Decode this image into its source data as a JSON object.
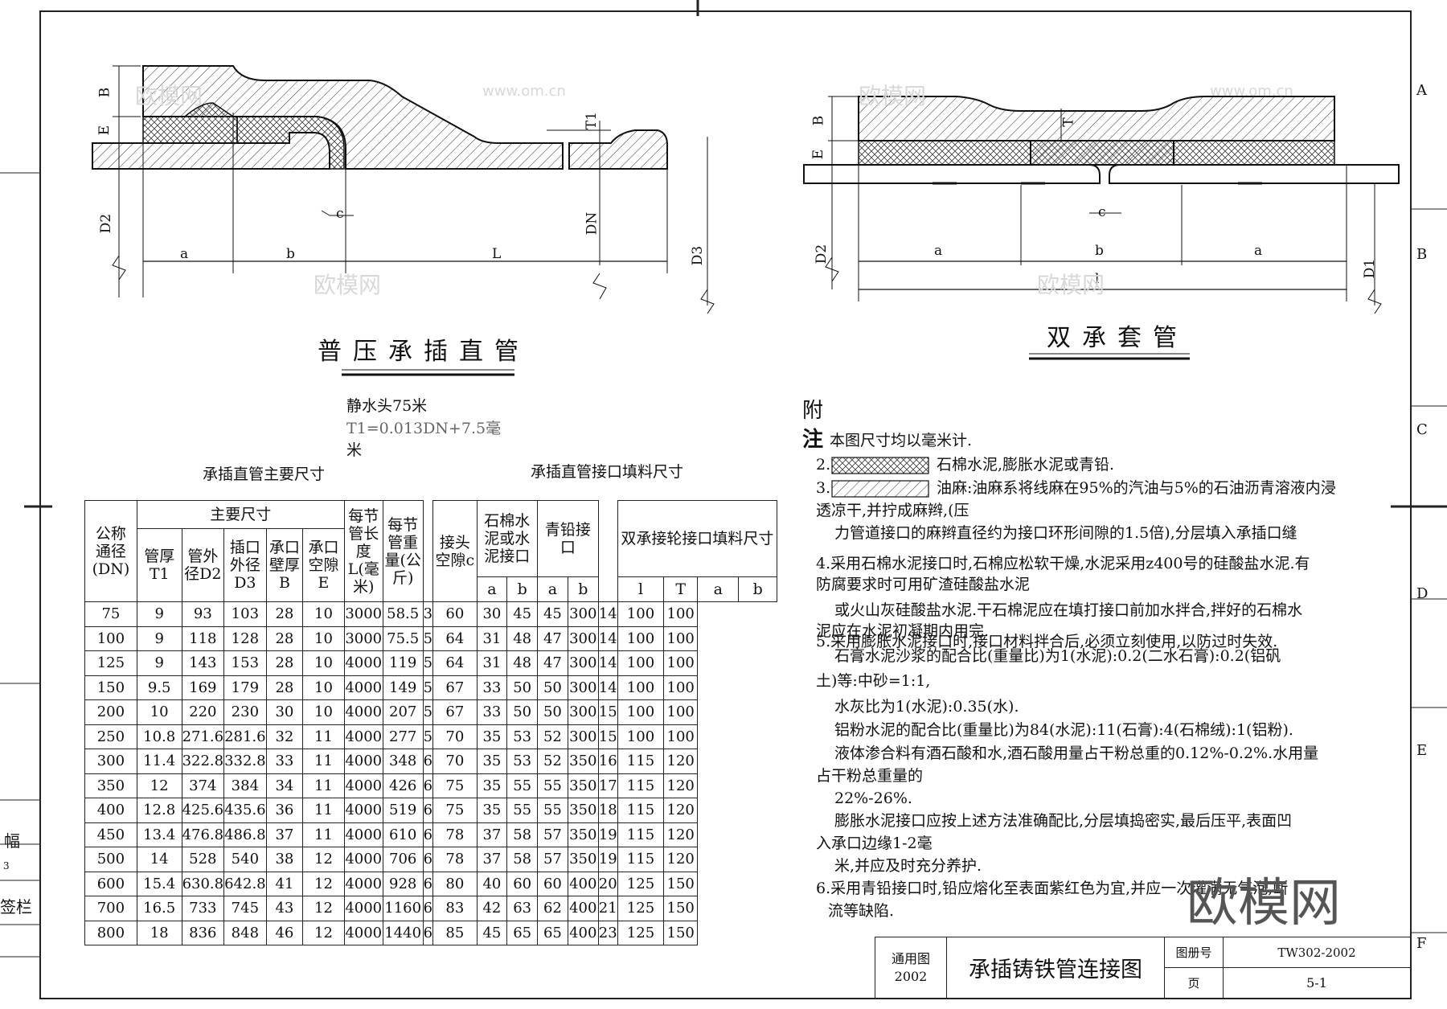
{
  "left_drawing": {
    "title": "普压承插直管",
    "labels": {
      "B": "B",
      "E": "E",
      "T1": "T1",
      "D2": "D2",
      "DN": "DN",
      "D3": "D3",
      "a": "a",
      "b": "b",
      "L": "L",
      "c": "c"
    }
  },
  "right_drawing": {
    "title": "双承套管",
    "labels": {
      "B": "B",
      "E": "E",
      "T": "T",
      "D2": "D2",
      "D1": "D1",
      "a1": "a",
      "b": "b",
      "a2": "a",
      "l": "l",
      "c": "c"
    }
  },
  "spec": {
    "line1": "静水头75米",
    "line2": "T1=0.013DN+7.5毫",
    "line3": "米"
  },
  "table_left_caption": "承插直管主要尺寸",
  "table_right_caption": "承插直管接口填料尺寸",
  "main_table": {
    "h_dn": "公称通径(DN)",
    "h_main": "主要尺寸",
    "h_t1": "管厚T1",
    "h_d2": "管外径D2",
    "h_d3": "插口外径D3",
    "h_b": "承口壁厚B",
    "h_e": "承口空隙E",
    "h_l": "每节管长度L(毫米)",
    "h_w": "每节管重量(公斤)",
    "rows": [
      [
        "75",
        "9",
        "93",
        "103",
        "28",
        "10",
        "3000",
        "58.5"
      ],
      [
        "100",
        "9",
        "118",
        "128",
        "28",
        "10",
        "3000",
        "75.5"
      ],
      [
        "125",
        "9",
        "143",
        "153",
        "28",
        "10",
        "4000",
        "119"
      ],
      [
        "150",
        "9.5",
        "169",
        "179",
        "28",
        "10",
        "4000",
        "149"
      ],
      [
        "200",
        "10",
        "220",
        "230",
        "30",
        "10",
        "4000",
        "207"
      ],
      [
        "250",
        "10.8",
        "271.6",
        "281.6",
        "32",
        "11",
        "4000",
        "277"
      ],
      [
        "300",
        "11.4",
        "322.8",
        "332.8",
        "33",
        "11",
        "4000",
        "348"
      ],
      [
        "350",
        "12",
        "374",
        "384",
        "34",
        "11",
        "4000",
        "426"
      ],
      [
        "400",
        "12.8",
        "425.6",
        "435.6",
        "36",
        "11",
        "4000",
        "519"
      ],
      [
        "450",
        "13.4",
        "476.8",
        "486.8",
        "37",
        "11",
        "4000",
        "610"
      ],
      [
        "500",
        "14",
        "528",
        "540",
        "38",
        "12",
        "4000",
        "706"
      ],
      [
        "600",
        "15.4",
        "630.8",
        "642.8",
        "41",
        "12",
        "4000",
        "928"
      ],
      [
        "700",
        "16.5",
        "733",
        "745",
        "43",
        "12",
        "4000",
        "1160"
      ],
      [
        "800",
        "18",
        "836",
        "848",
        "46",
        "12",
        "4000",
        "1440"
      ]
    ]
  },
  "fill_table": {
    "h_c": "接头空隙c",
    "h_asb": "石棉水泥或水泥接口",
    "h_lead": "青铅接口",
    "h_double": "双承接轮接口填料尺寸",
    "sub": [
      "a",
      "b",
      "a",
      "b",
      "l",
      "T",
      "a",
      "b"
    ],
    "rows": [
      [
        "3",
        "60",
        "30",
        "45",
        "45",
        "300",
        "14",
        "100",
        "100"
      ],
      [
        "5",
        "64",
        "31",
        "48",
        "47",
        "300",
        "14",
        "100",
        "100"
      ],
      [
        "5",
        "64",
        "31",
        "48",
        "47",
        "300",
        "14",
        "100",
        "100"
      ],
      [
        "5",
        "67",
        "33",
        "50",
        "50",
        "300",
        "14",
        "100",
        "100"
      ],
      [
        "5",
        "67",
        "33",
        "50",
        "50",
        "300",
        "15",
        "100",
        "100"
      ],
      [
        "5",
        "70",
        "35",
        "53",
        "52",
        "300",
        "15",
        "100",
        "100"
      ],
      [
        "6",
        "70",
        "35",
        "53",
        "52",
        "350",
        "16",
        "115",
        "120"
      ],
      [
        "6",
        "75",
        "35",
        "55",
        "55",
        "350",
        "17",
        "115",
        "120"
      ],
      [
        "6",
        "75",
        "35",
        "55",
        "55",
        "350",
        "18",
        "115",
        "120"
      ],
      [
        "6",
        "78",
        "37",
        "58",
        "57",
        "350",
        "19",
        "115",
        "120"
      ],
      [
        "6",
        "78",
        "37",
        "58",
        "57",
        "350",
        "19",
        "115",
        "120"
      ],
      [
        "6",
        "80",
        "40",
        "60",
        "60",
        "400",
        "20",
        "125",
        "150"
      ],
      [
        "6",
        "83",
        "42",
        "63",
        "62",
        "400",
        "21",
        "125",
        "150"
      ],
      [
        "6",
        "85",
        "45",
        "65",
        "65",
        "400",
        "23",
        "125",
        "150"
      ]
    ]
  },
  "notes": {
    "fu": "附",
    "zhu": "注",
    "n1": "本图尺寸均以毫米计.",
    "n2": "石棉水泥,膨胀水泥或青铅.",
    "n3a": "油麻:油麻系将线麻在95%的汽油与5%的石油沥青溶液内浸",
    "n3b": "透凉干,并拧成麻辫,(压",
    "n3c": "力管道接口的麻辫直径约为接口环形间隙的1.5倍),分层填入承插口缝",
    "n4a": "4.采用石棉水泥接口时,石棉应松软干燥,水泥采用z400号的硅酸盐水泥.有",
    "n4b": "防腐要求时可用矿渣硅酸盐水泥",
    "n4c": "或火山灰硅酸盐水泥.干石棉泥应在填打接口前加水拌合,拌好的石棉水",
    "n4d": "泥应在水泥初凝期内用完.",
    "n5a": "5.采用膨胀水泥接口时,接口材料拌合后,必须立刻使用,以防过时失效.",
    "n5b": "石膏水泥沙浆的配合比(重量比)为1(水泥):0.2(二水石膏):0.2(铝矾",
    "n5c": "土)等:中砂=1:1,",
    "n5d": "水灰比为1(水泥):0.35(水).",
    "n5e": "铝粉水泥的配合比(重量比)为84(水泥):11(石膏):4(石棉绒):1(铝粉).",
    "n5f": "液体渗合料有酒石酸和水,酒石酸用量占干粉总重的0.12%-0.2%.水用量",
    "n5g": "占干粉总重量的",
    "n5h": "22%-26%.",
    "n5i": "膨胀水泥接口应按上述方法准确配比,分层填捣密实,最后压平,表面凹",
    "n5j": "入承口边缘1-2毫",
    "n5k": "米,并应及时充分养护.",
    "n6a": "6.采用青铅接口时,铅应熔化至表面紫红色为宜,并应一次灌满无气泡,断",
    "n6b": "流等缺陷."
  },
  "title_block": {
    "general_label": "通用图",
    "year": "2002",
    "drawing_title": "承插铸铁管连接图",
    "atlas_label": "图册号",
    "atlas_no": "TW302-2002",
    "page_label": "页",
    "page_no": "5-1"
  },
  "side_letters": [
    "A",
    "B",
    "C",
    "D",
    "E",
    "F"
  ],
  "left_margin_text": [
    "幅",
    "3",
    "签栏"
  ],
  "watermark_big": "欧模网",
  "watermark_small": "www.om.cn"
}
